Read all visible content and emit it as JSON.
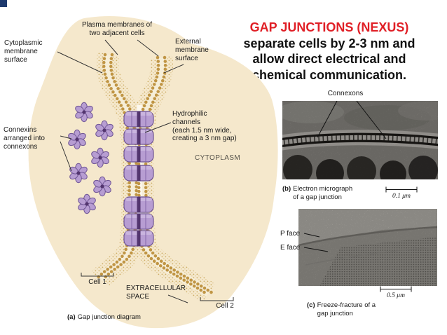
{
  "slide": {
    "title": "GAP JUNCTIONS (NEXUS)",
    "subtitle": "separate cells by 2-3 nm and\nallow direct electrical and\nchemical communication."
  },
  "diagram": {
    "caption_prefix": "(a)",
    "caption": "Gap junction diagram",
    "labels": {
      "plasma_membranes": "Plasma membranes of\ntwo adjacent cells",
      "cytoplasmic_surface": "Cytoplasmic\nmembrane\nsurface",
      "external_surface": "External\nmembrane\nsurface",
      "connexins": "Connexins\narranged into\nconnexons",
      "hydrophilic_channels": "Hydrophilic\nchannels\n(each 1.5 nm wide,\ncreating a 3 nm gap)",
      "cytoplasm": "CYTOPLASM",
      "cell_1": "Cell 1",
      "extracellular_space": "EXTRACELLULAR\nSPACE",
      "cell_2": "Cell 2"
    }
  },
  "micrograph_b": {
    "connexons_label": "Connexons",
    "caption_prefix": "(b)",
    "caption": "Electron micrograph\nof a gap junction",
    "scale": "0.1 μm"
  },
  "micrograph_c": {
    "p_face": "P face",
    "e_face": "E face",
    "scale": "0.5 μm",
    "caption_prefix": "(c)",
    "caption": "Freeze-fracture of a\ngap junction"
  },
  "colors": {
    "title_red": "#e01f26",
    "diagram_beige": "#f5e8cc",
    "membrane_gold": "#c09544",
    "connexon_purple": "#b79dd2",
    "corner_accent": "#1e3a6e"
  }
}
